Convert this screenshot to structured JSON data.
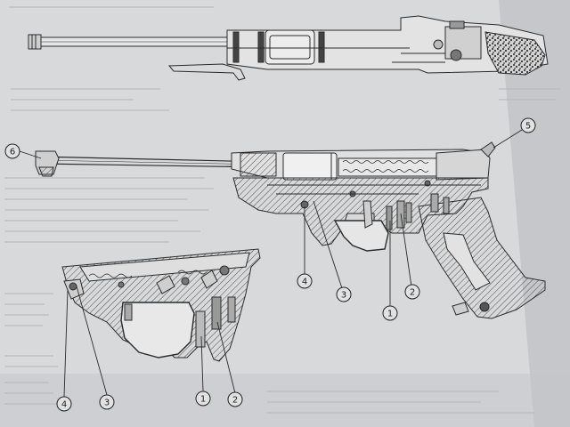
{
  "diagram": {
    "top_caption": "",
    "callouts_main": [
      {
        "id": "c6",
        "label": "6"
      },
      {
        "id": "c5",
        "label": "5"
      },
      {
        "id": "c4",
        "label": "4"
      },
      {
        "id": "c3",
        "label": "3"
      },
      {
        "id": "c1",
        "label": "1"
      },
      {
        "id": "c2",
        "label": "2"
      }
    ],
    "callouts_detail": [
      {
        "id": "d4",
        "label": "4"
      },
      {
        "id": "d3",
        "label": "3"
      },
      {
        "id": "d1",
        "label": "1"
      },
      {
        "id": "d2",
        "label": "2"
      }
    ]
  },
  "colors": {
    "paper": "#d9dadb",
    "paper_shadow": "#a9abb0",
    "line": "#2b2b2b",
    "hatch": "#4a4a4a",
    "background": "#8f9196"
  }
}
